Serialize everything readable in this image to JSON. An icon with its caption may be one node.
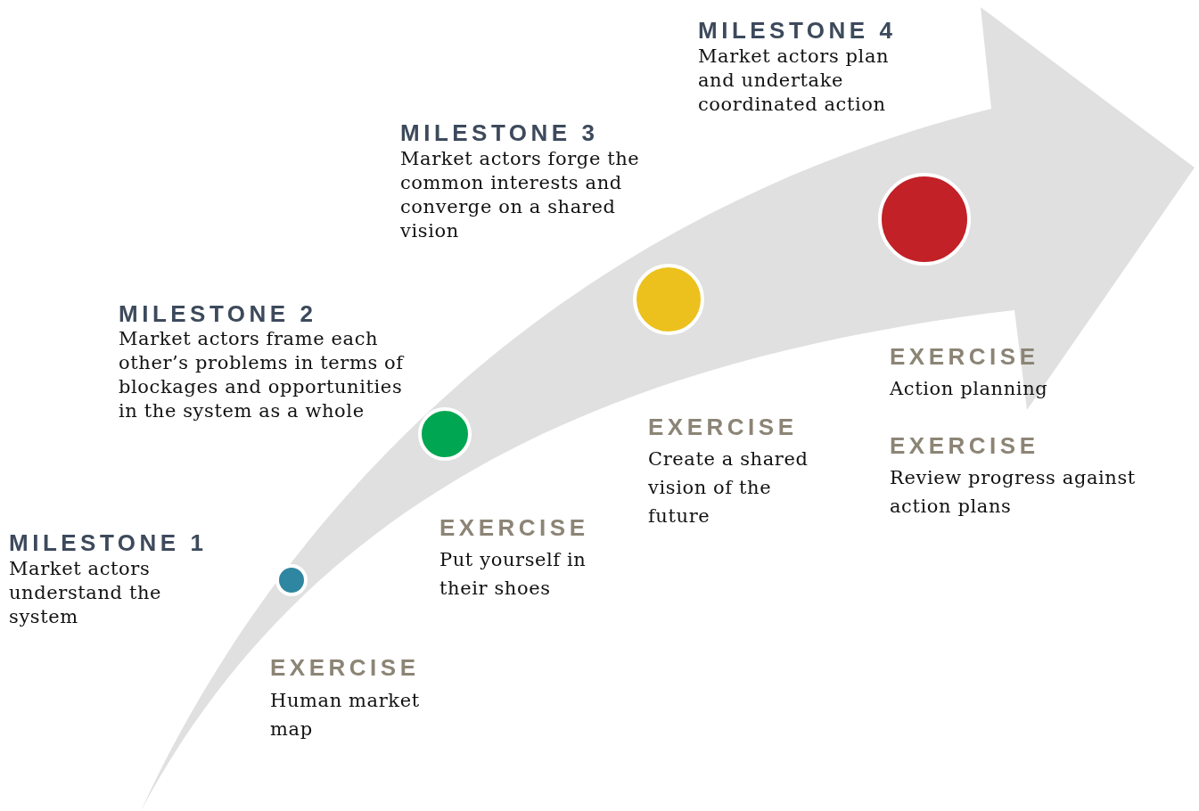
{
  "diagram": {
    "nodes": [
      {
        "text": [],
        "shape": "circle",
        "beside": [
          "MILESTONE 1",
          "Market actors understand the system",
          "EXERCISE",
          "Human market map"
        ]
      },
      {
        "text": [],
        "shape": "circle",
        "beside": [
          "MILESTONE 2",
          "Market actors frame each other’s problems in terms of blockages and opportunities in the system as a whole",
          "EXERCISE",
          "Put yourself in their shoes"
        ]
      },
      {
        "text": [],
        "shape": "circle",
        "beside": [
          "MILESTONE 3",
          "Market actors forge the common interests and converge on a shared vision",
          "EXERCISE",
          "Create a shared vision of the future"
        ]
      },
      {
        "text": [],
        "shape": "circle",
        "beside": [
          "MILESTONE 4",
          "Market actors plan and undertake coordinated action",
          "EXERCISE",
          "Action planning",
          "EXERCISE",
          "Review progress against action plans"
        ]
      }
    ]
  }
}
